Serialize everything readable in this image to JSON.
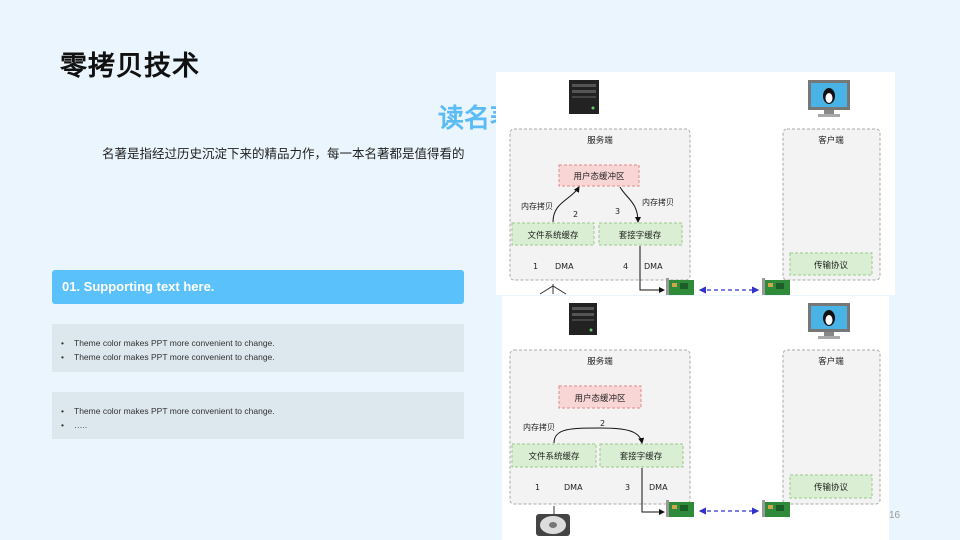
{
  "slide": {
    "title": "零拷贝技术",
    "subtitle": "读名著",
    "description": "名著是指经过历史沉淀下来的精品力作，每一本名著都是值得看的",
    "supporting_bar": "01. Supporting text here.",
    "box1": [
      "Theme color makes PPT more convenient to change.",
      "Theme color makes PPT more convenient to change."
    ],
    "box2": [
      "Theme color makes PPT more convenient to change.",
      "….."
    ],
    "bullet": "•",
    "page_number": "16"
  },
  "diagram1": {
    "server_label": "服务端",
    "client_label": "客户端",
    "user_buffer": "用户态缓冲区",
    "fs_cache": "文件系统缓存",
    "socket_cache": "套接字缓存",
    "protocol": "传输协议",
    "copy_left": "内存拷贝",
    "copy_right": "内存拷贝",
    "step1": "1",
    "step2": "2",
    "step3": "3",
    "step4": "4",
    "dma_left": "DMA",
    "dma_right": "DMA"
  },
  "diagram2": {
    "server_label": "服务端",
    "client_label": "客户端",
    "user_buffer": "用户态缓冲区",
    "fs_cache": "文件系统缓存",
    "socket_cache": "套接字缓存",
    "protocol": "传输协议",
    "copy_label": "内存拷贝",
    "step1": "1",
    "step2": "2",
    "step3": "3",
    "dma_left": "DMA",
    "dma_right": "DMA"
  },
  "colors": {
    "accent": "#5bc1fb",
    "subtitle": "#5bbcf5",
    "pink_box": "#f9d6d6",
    "green_box": "#d9eed2",
    "link": "#3333cc"
  },
  "icons": [
    "server-icon",
    "monitor-icon",
    "network-card-icon",
    "hard-disk-icon"
  ]
}
